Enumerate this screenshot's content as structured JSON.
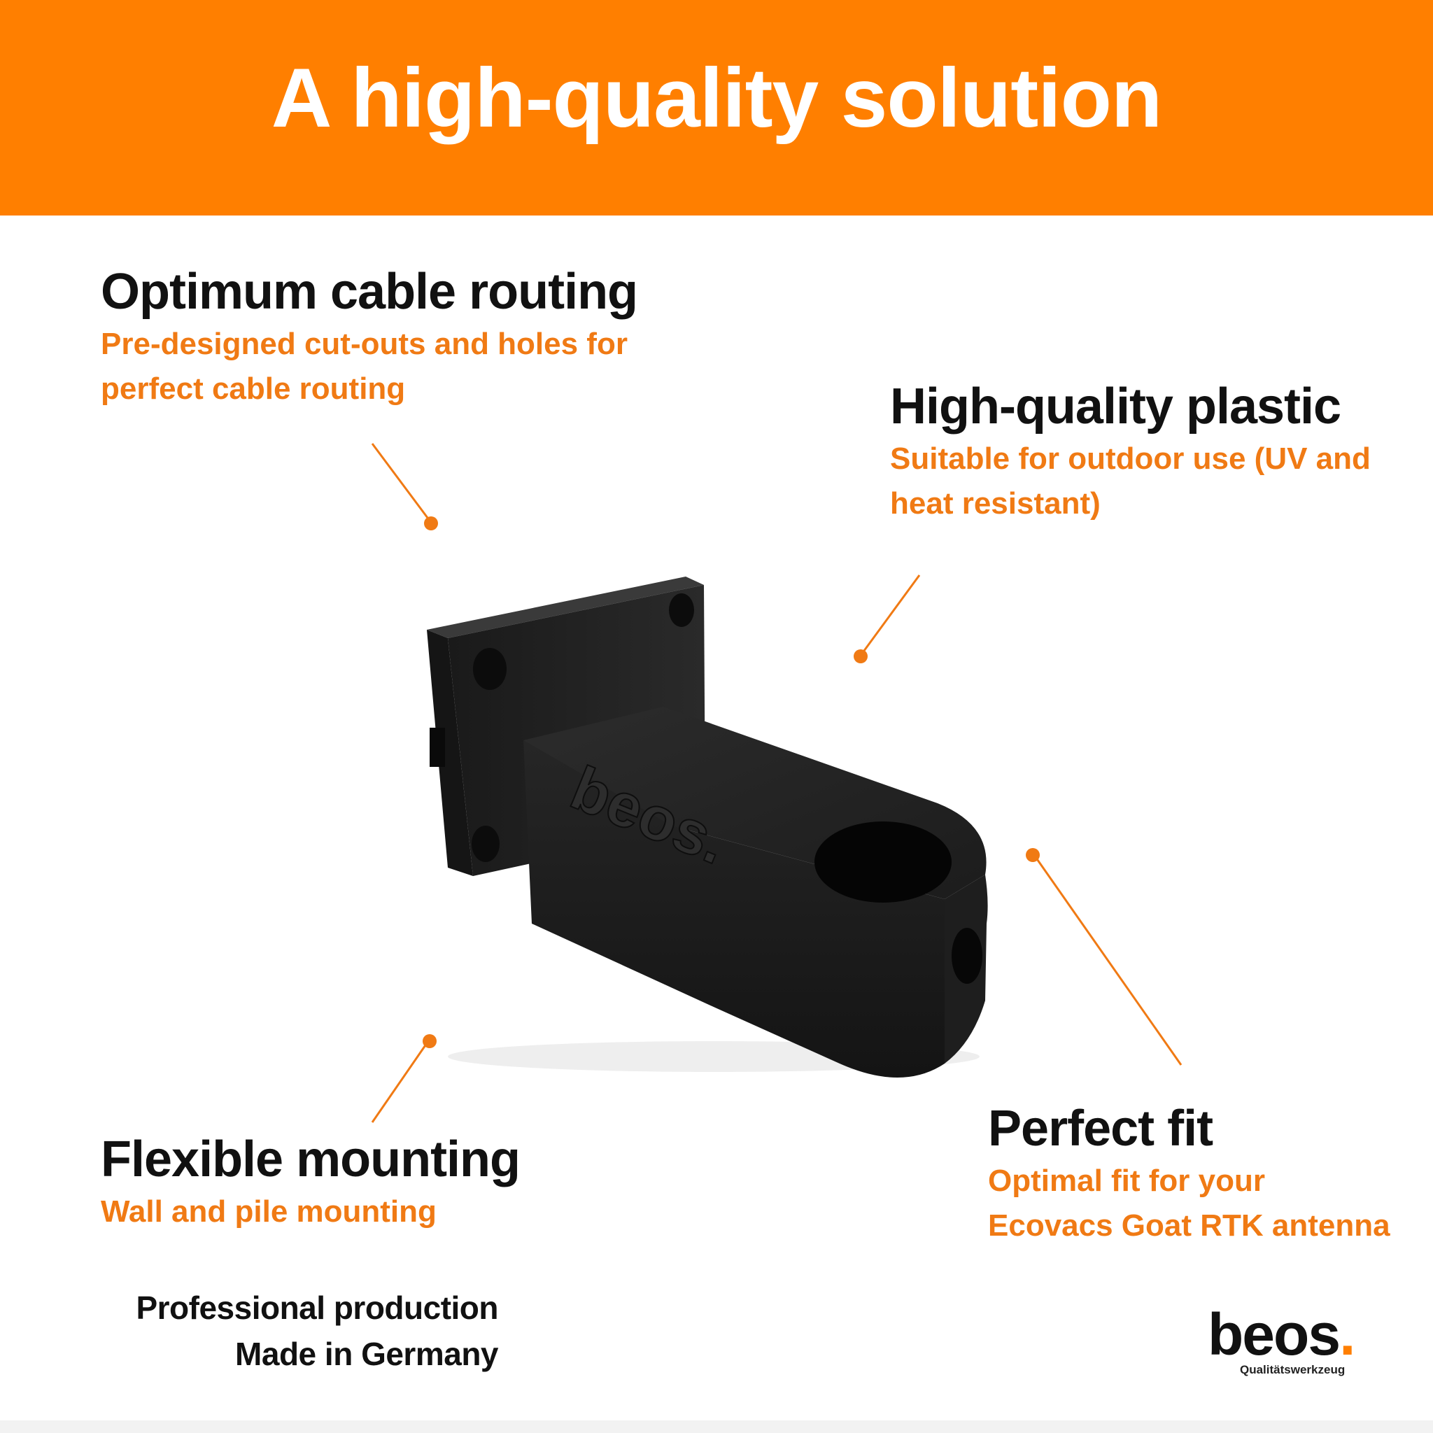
{
  "banner": {
    "title": "A high-quality solution",
    "color": "#ff7f00"
  },
  "features": {
    "cable": {
      "title": "Optimum cable routing",
      "line1": "Pre-designed cut-outs and holes for",
      "line2": "perfect cable routing"
    },
    "plastic": {
      "title": "High-quality plastic",
      "line1": "Suitable for outdoor use (UV and",
      "line2": "heat resistant)"
    },
    "mounting": {
      "title": "Flexible mounting",
      "line1": "Wall and pile mounting"
    },
    "fit": {
      "title": "Perfect fit",
      "line1": "Optimal fit for your",
      "line2": "Ecovacs Goat RTK antenna"
    }
  },
  "production": {
    "line1": "Professional production",
    "line2": "Made in Germany"
  },
  "logo": {
    "word": "beos",
    "dot": ".",
    "tagline": "Qualitätswerkzeug"
  },
  "product_embossing": "beos.",
  "colors": {
    "accent": "#ff7f00",
    "subtitle": "#f07a14",
    "heading": "#111111",
    "product": "#1a1a1a"
  },
  "icons": {
    "pointer": "orange-dot-leader-line",
    "product": "black-antenna-bracket"
  }
}
